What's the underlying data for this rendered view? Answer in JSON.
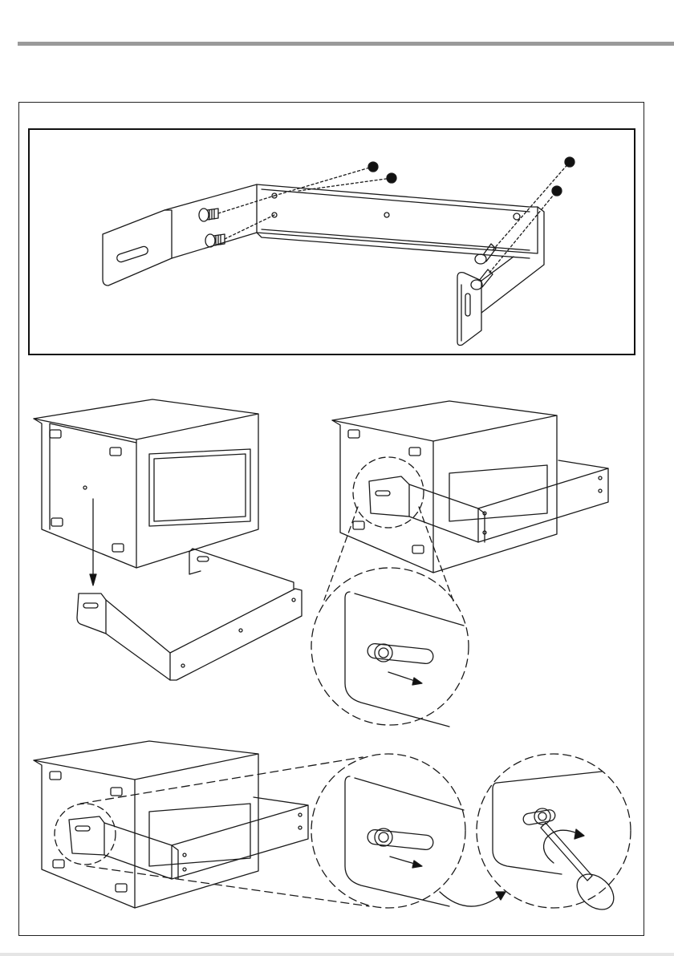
{
  "page": {
    "accent_bar_color": "#9a9a9a",
    "line_color": "#1a1a1a"
  },
  "figures": [
    {
      "name": "bracket-exploded-view",
      "icons": [
        "screw-icon",
        "screw-icon",
        "screw-icon",
        "screw-icon"
      ]
    },
    {
      "name": "attach-bracket-step",
      "icons": [
        "down-arrow-icon"
      ]
    },
    {
      "name": "slide-bracket-step",
      "icons": [
        "slide-arrow-icon"
      ]
    },
    {
      "name": "tighten-screw-step",
      "icons": [
        "slide-arrow-icon",
        "rotate-arrow-icon",
        "screwdriver-icon"
      ]
    }
  ]
}
